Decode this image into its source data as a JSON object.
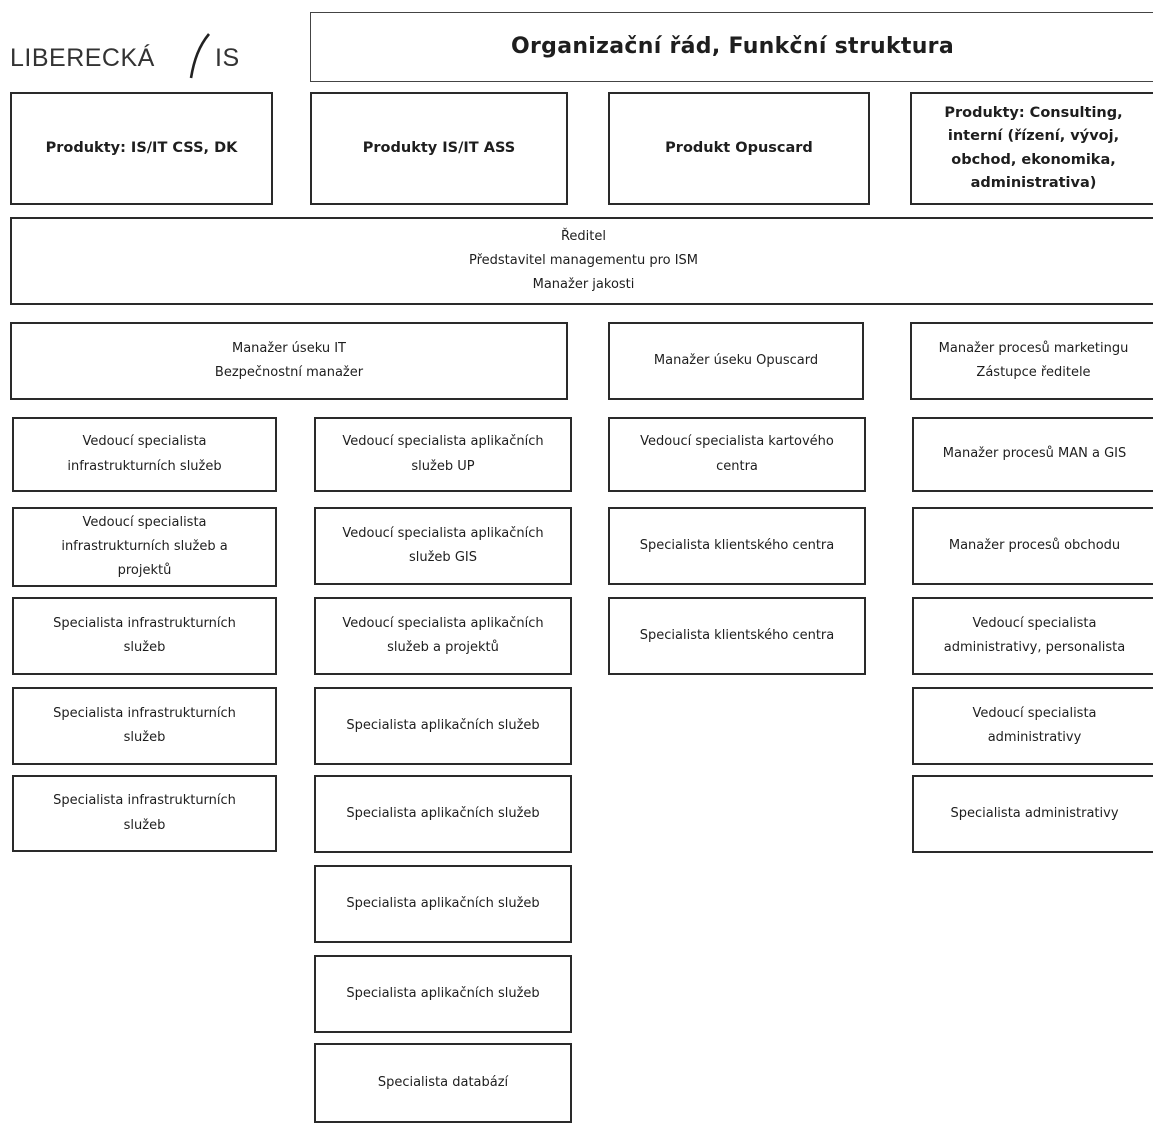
{
  "logo": {
    "text_left": "LIBERECKÁ",
    "text_right": "IS"
  },
  "title": "Organizační řád, Funkční struktura",
  "products": [
    [
      "Produkty: IS/IT CSS, DK"
    ],
    [
      "Produkty IS/IT ASS"
    ],
    [
      "Produkt Opuscard"
    ],
    [
      "Produkty: Consulting,",
      "interní (řízení, vývoj,",
      "obchod, ekonomika,",
      "administrativa)"
    ]
  ],
  "director": [
    "Ředitel",
    "Představitel managementu pro ISM",
    "Manažer jakosti"
  ],
  "managers": [
    [
      "Manažer úseku IT",
      "Bezpečnostní manažer"
    ],
    [
      "Manažer úseku Opuscard"
    ],
    [
      "Manažer procesů marketingu",
      "Zástupce ředitele"
    ]
  ],
  "column_infrastructure": [
    [
      "Vedoucí specialista",
      "infrastrukturních služeb"
    ],
    [
      "Vedoucí specialista",
      "infrastrukturních služeb a",
      "projektů"
    ],
    [
      "Specialista infrastrukturních",
      "služeb"
    ],
    [
      "Specialista infrastrukturních",
      "služeb"
    ],
    [
      "Specialista infrastrukturních",
      "služeb"
    ]
  ],
  "column_applications": [
    [
      "Vedoucí specialista aplikačních",
      "služeb UP"
    ],
    [
      "Vedoucí specialista aplikačních",
      "služeb GIS"
    ],
    [
      "Vedoucí specialista aplikačních",
      "služeb a projektů"
    ],
    [
      "Specialista aplikačních služeb"
    ],
    [
      "Specialista aplikačních služeb"
    ],
    [
      "Specialista aplikačních služeb"
    ],
    [
      "Specialista aplikačních služeb"
    ],
    [
      "Specialista databází"
    ]
  ],
  "column_opuscard": [
    [
      "Vedoucí specialista kartového",
      "centra"
    ],
    [
      "Specialista klientského centra"
    ],
    [
      "Specialista klientského centra"
    ]
  ],
  "column_marketing": [
    [
      "Manažer procesů MAN a GIS"
    ],
    [
      "Manažer procesů obchodu"
    ],
    [
      "Vedoucí specialista",
      "administrativy, personalista"
    ],
    [
      "Vedoucí specialista",
      "administrativy"
    ],
    [
      "Specialista administrativy"
    ]
  ],
  "colors": {
    "border": "#2a2a2a",
    "text": "#1e1e1e",
    "background": "#ffffff"
  }
}
